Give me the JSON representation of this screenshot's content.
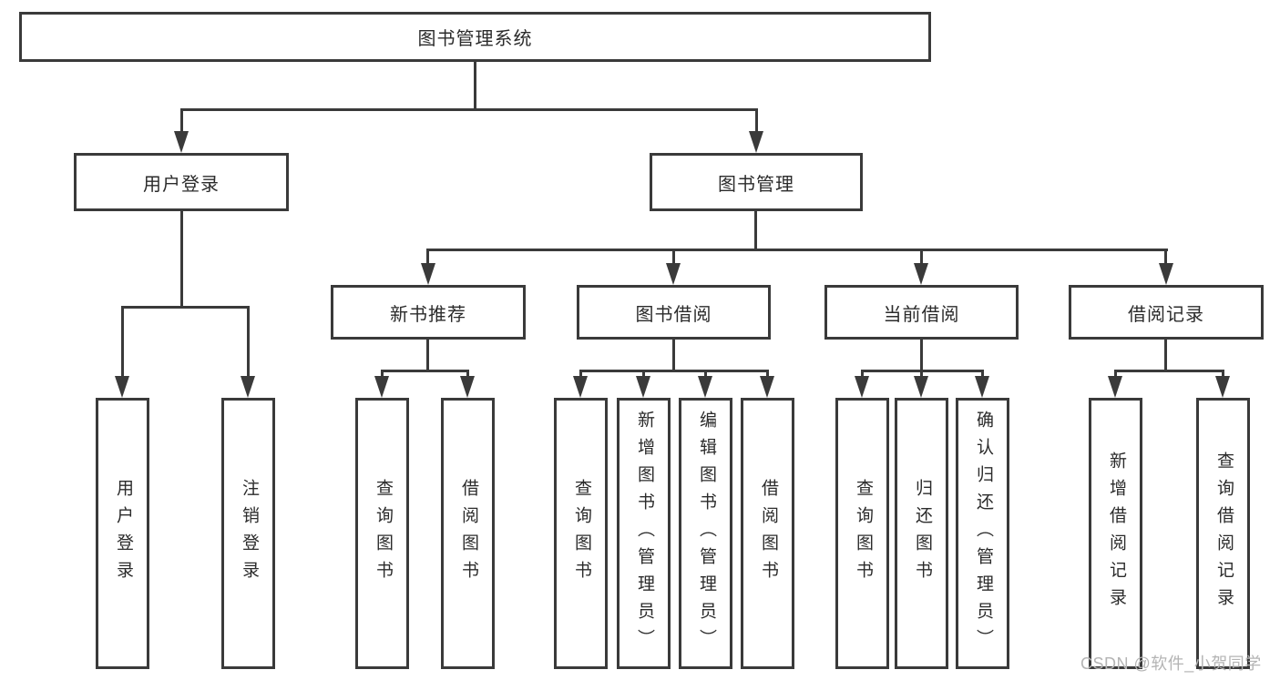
{
  "tree": {
    "label": "图书管理系统",
    "children": [
      {
        "label": "用户登录",
        "children": [
          {
            "label": "用户登录"
          },
          {
            "label": "注销登录"
          }
        ]
      },
      {
        "label": "图书管理",
        "children": [
          {
            "label": "新书推荐",
            "children": [
              {
                "label": "查询图书"
              },
              {
                "label": "借阅图书"
              }
            ]
          },
          {
            "label": "图书借阅",
            "children": [
              {
                "label": "查询图书"
              },
              {
                "label": "新增图书（管理员）"
              },
              {
                "label": "编辑图书（管理员）"
              },
              {
                "label": "借阅图书"
              }
            ]
          },
          {
            "label": "当前借阅",
            "children": [
              {
                "label": "查询图书"
              },
              {
                "label": "归还图书"
              },
              {
                "label": "确认归还（管理员）"
              }
            ]
          },
          {
            "label": "借阅记录",
            "children": [
              {
                "label": "新增借阅记录"
              },
              {
                "label": "查询借阅记录"
              }
            ]
          }
        ]
      }
    ]
  },
  "watermark": {
    "text": "CSDN @软件_小贺同学"
  },
  "colors": {
    "stroke": "#3a3a3a",
    "text": "#2b2b2b",
    "watermark_gray": "#b4b4b4",
    "background": "#ffffff"
  }
}
